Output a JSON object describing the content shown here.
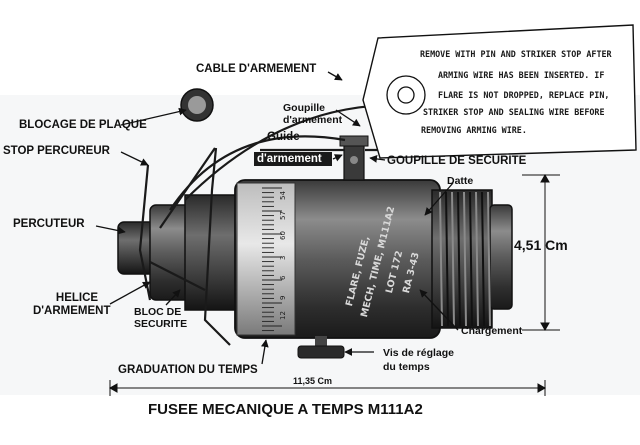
{
  "tag": {
    "lines": [
      "REMOVE WITH PIN AND STRIKER STOP AFTER",
      "ARMING WIRE HAS BEEN INSERTED. IF",
      "FLARE IS NOT DROPPED, REPLACE PIN,",
      "STRIKER STOP AND SEALING WIRE BEFORE",
      "REMOVING ARMING WIRE."
    ]
  },
  "body_marking": {
    "lines": [
      "FLARE, FUZE,",
      "MECH, TIME, M111A2",
      "LOT 172",
      "RA 3-43"
    ]
  },
  "labels": {
    "cable_armement": "CABLE D'ARMEMENT",
    "goupille_armement_1": "Goupille",
    "goupille_armement_2": "d'armement",
    "guide": "Guide",
    "guide_armement": "d'armement",
    "blocage_plaque": "BLOCAGE DE PLAQUE",
    "stop_percureur": "STOP PERCUREUR",
    "goupille_securite": "GOUPILLE DE SECURITE",
    "datte": "Datte",
    "percuteur": "PERCUTEUR",
    "helice_1": "HELICE",
    "helice_2": "D'ARMEMENT",
    "bloc_1": "BLOC DE",
    "bloc_2": "SECURITE",
    "chargement": "Chargement",
    "vis_1": "Vis de réglage",
    "vis_2": "du temps",
    "graduation": "GRADUATION DU TEMPS",
    "height_dim": "4,51 Cm",
    "length_dim": "11,35 Cm"
  },
  "title": "FUSEE MECANIQUE A TEMPS M111A2",
  "scale_numbers": [
    "54",
    "57",
    "60",
    "3",
    "6",
    "9",
    "12"
  ],
  "colors": {
    "fuze_dark": "#2b2b2b",
    "fuze_mid": "#5a5a5a",
    "fuze_light": "#9a9a9a",
    "tag_fill": "#ffffff",
    "ink": "#111111"
  }
}
